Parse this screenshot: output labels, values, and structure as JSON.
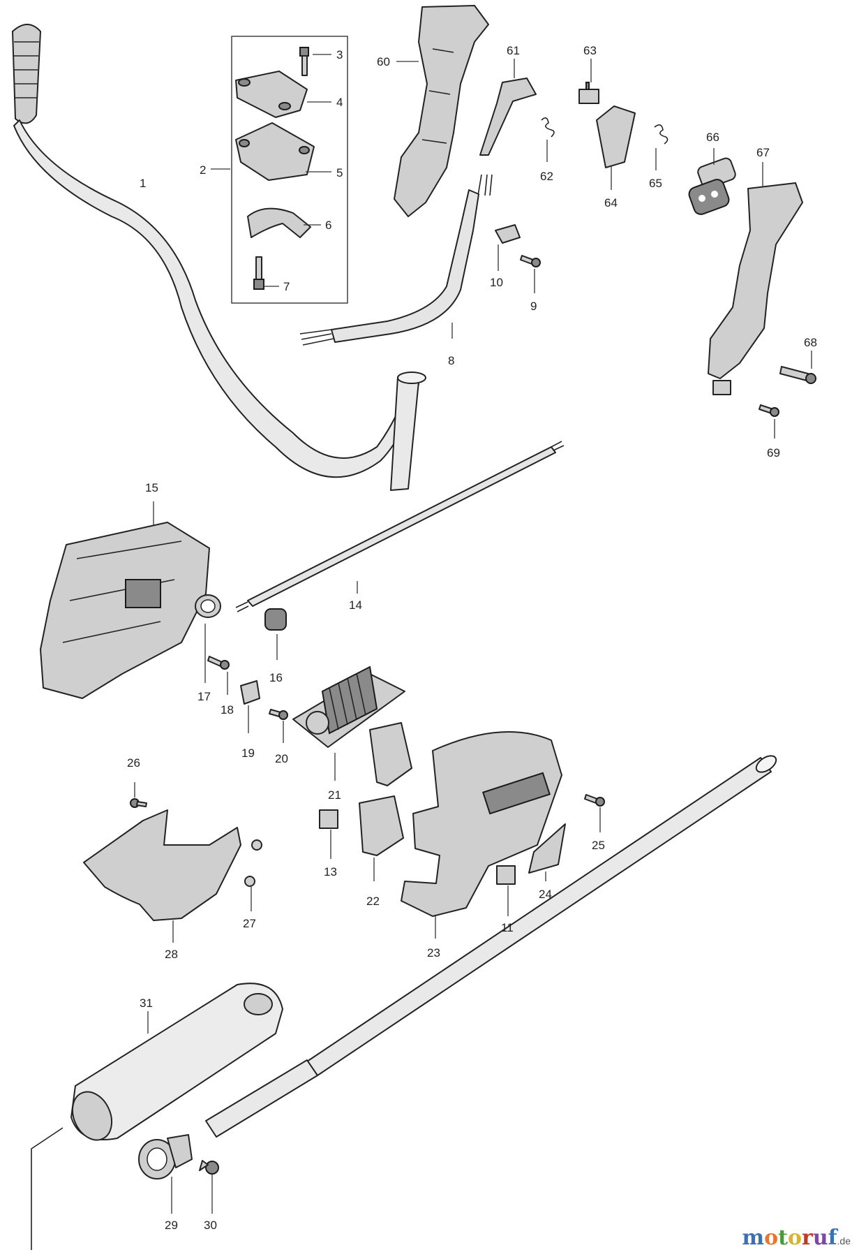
{
  "labels": [
    "1",
    "2",
    "3",
    "4",
    "5",
    "6",
    "7",
    "8",
    "9",
    "10",
    "11",
    "13",
    "14",
    "15",
    "16",
    "17",
    "18",
    "19",
    "20",
    "21",
    "22",
    "23",
    "24",
    "25",
    "26",
    "27",
    "28",
    "29",
    "30",
    "31",
    "60",
    "61",
    "62",
    "63",
    "64",
    "65",
    "66",
    "67",
    "68",
    "69"
  ],
  "watermark": {
    "text": "motoruf",
    "tld": ".de",
    "letter_colors": [
      "#3b6fb6",
      "#e8772e",
      "#4a9a3c",
      "#d9b42a",
      "#c0392b",
      "#7a4aa0",
      "#3b6fb6"
    ]
  },
  "colors": {
    "line": "#222222",
    "fill": "#cfcfcf"
  }
}
